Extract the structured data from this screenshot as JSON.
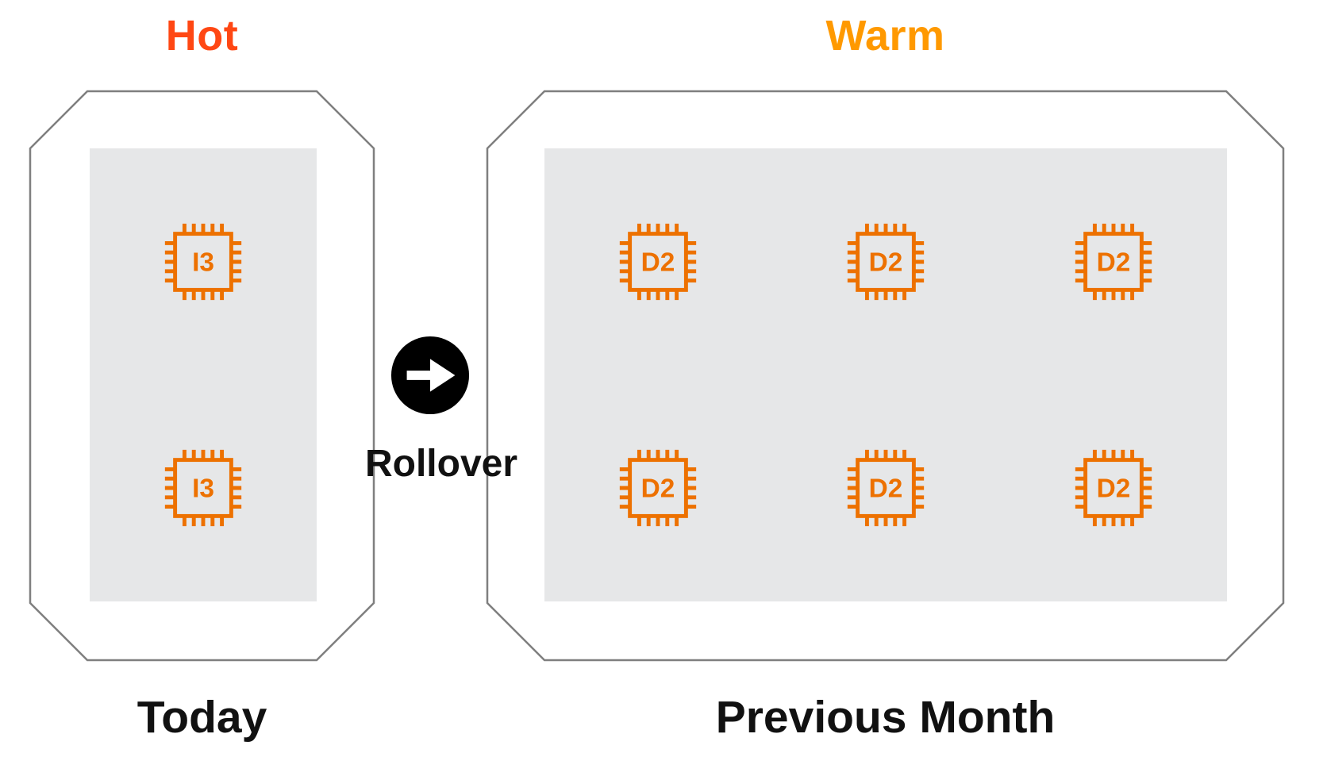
{
  "diagram": {
    "hot_tier": {
      "title": "Hot",
      "container_label": "Today",
      "instances": [
        "I3",
        "I3"
      ]
    },
    "warm_tier": {
      "title": "Warm",
      "container_label": "Previous Month",
      "instances": [
        "D2",
        "D2",
        "D2",
        "D2",
        "D2",
        "D2"
      ]
    },
    "transition": {
      "label": "Rollover",
      "icon": "arrow-right-icon"
    }
  },
  "colors": {
    "hot_title": "#FF4713",
    "warm_title": "#FF9900",
    "instance_orange": "#ED7100",
    "container_border": "#7F7F7F",
    "panel_fill": "#E6E7E8",
    "label_text": "#111111",
    "transition_circle": "#000000",
    "transition_arrow": "#FFFFFF",
    "background": "#FFFFFF"
  }
}
